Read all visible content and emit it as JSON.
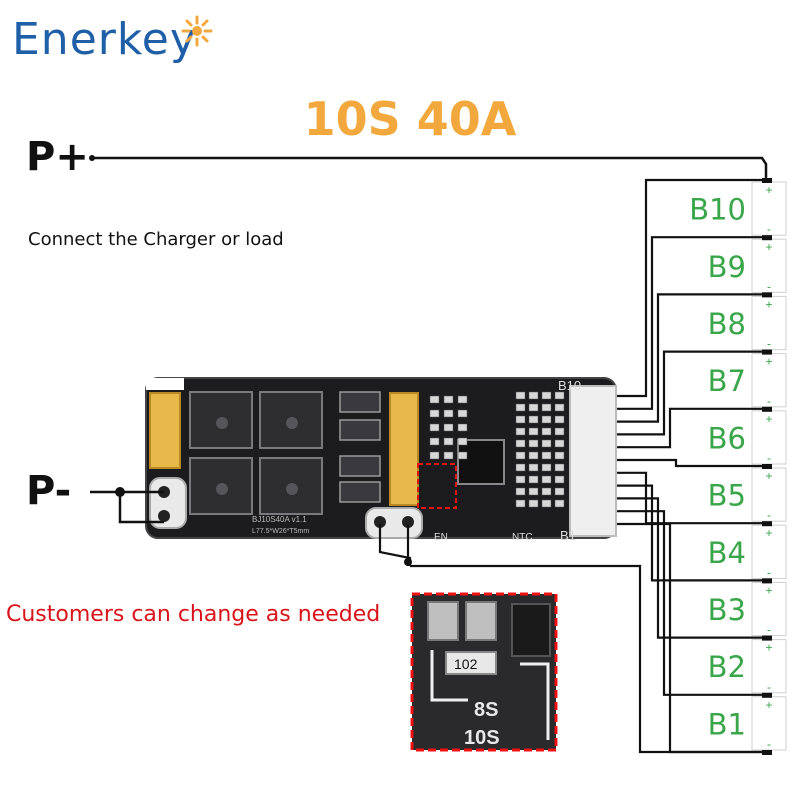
{
  "brand": {
    "logo_text": "Enerkey"
  },
  "spec_title": "10S  40A",
  "terminals": {
    "p_plus": "P+",
    "p_minus": "P-"
  },
  "hint_text": "Connect the Charger or load",
  "note_text": "Customers can change as needed",
  "cells": [
    "B10",
    "B9",
    "B8",
    "B7",
    "B6",
    "B5",
    "B4",
    "B3",
    "B2",
    "B1"
  ],
  "cell_signs": {
    "plus": "+",
    "minus": "-"
  },
  "board": {
    "connector_top": "B10",
    "connector_bottom": "B1",
    "silk_model": "BJ10S40A v1.1",
    "silk_size": "L77.5*W26*T5mm",
    "silk_en": "EN",
    "silk_ntc": "NTC"
  },
  "inset": {
    "resistor_code": "102",
    "option_8s": "8S",
    "option_10s": "10S"
  },
  "colors": {
    "accent_orange": "#f2a83c",
    "cell_green": "#3aa64a",
    "note_red": "#d8141a",
    "logo_blue": "#1f5fa8"
  }
}
